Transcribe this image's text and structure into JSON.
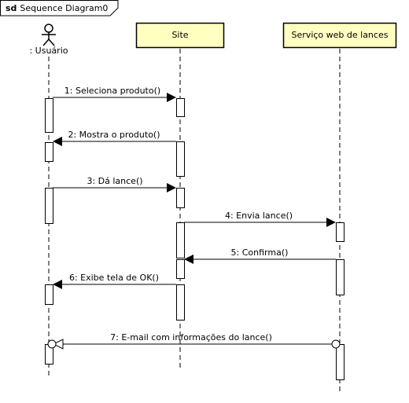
{
  "frame": {
    "keyword": "sd",
    "name": "Sequence Diagram0"
  },
  "lifelines": [
    {
      "id": "usuario",
      "label": ": Usuário",
      "kind": "actor"
    },
    {
      "id": "site",
      "label": "Site",
      "kind": "object"
    },
    {
      "id": "servico",
      "label": "Serviço web de lances",
      "kind": "object"
    }
  ],
  "messages": [
    {
      "label": "1: Seleciona produto()",
      "from": "usuario",
      "to": "site",
      "kind": "sync"
    },
    {
      "label": "2: Mostra o produto()",
      "from": "site",
      "to": "usuario",
      "kind": "sync"
    },
    {
      "label": "3: Dá lance()",
      "from": "usuario",
      "to": "site",
      "kind": "sync"
    },
    {
      "label": "4: Envia lance()",
      "from": "site",
      "to": "servico",
      "kind": "sync"
    },
    {
      "label": "5: Confirma()",
      "from": "servico",
      "to": "site",
      "kind": "sync"
    },
    {
      "label": "6: Exibe tela de OK()",
      "from": "site",
      "to": "usuario",
      "kind": "sync"
    },
    {
      "label": "7: E-mail com informações do lance()",
      "from": "servico",
      "to": "usuario",
      "kind": "async-lost-found"
    }
  ],
  "colors": {
    "object_fill": "#ffffc0",
    "line": "#000000",
    "background": "#ffffff"
  }
}
